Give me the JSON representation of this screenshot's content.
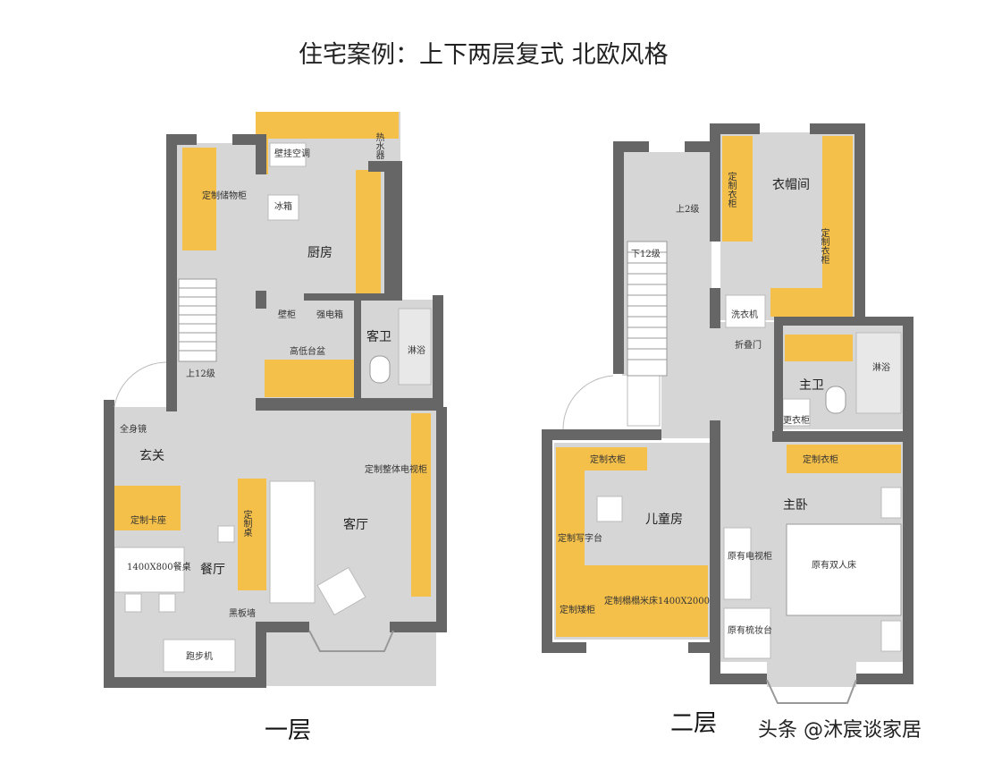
{
  "title": "住宅案例：上下两层复式 北欧风格",
  "watermark": "头条 @沐宸谈家居",
  "colors": {
    "wall": "#666666",
    "floor": "#d6d6d6",
    "cabinet": "#f5c04a",
    "white": "#ffffff"
  },
  "floor1": {
    "name": "一层",
    "rooms": {
      "storage": "定制储物柜",
      "ac": "壁挂空调",
      "heater": "热水器",
      "fridge": "冰箱",
      "kitchen": "厨房",
      "wall_cabinet": "壁柜",
      "power_box": "强电箱",
      "guest_bath": "客卫",
      "shower": "淋浴",
      "basin": "高低台盆",
      "stairs_up": "上12级",
      "mirror": "全身镜",
      "foyer": "玄关",
      "bench": "定制卡座",
      "table": "1400X800餐桌",
      "dining": "餐厅",
      "custom_table": "定制桌",
      "tv_cabinet": "定制整体电视柜",
      "living": "客厅",
      "blackboard": "黑板墙",
      "treadmill": "跑步机"
    }
  },
  "floor2": {
    "name": "二层",
    "rooms": {
      "wardrobe_l": "定制衣柜",
      "cloakroom": "衣帽间",
      "wardrobe_r": "定制衣柜",
      "up2": "上2级",
      "down12": "下12级",
      "washer": "洗衣机",
      "folding_door": "折叠门",
      "master_bath": "主卫",
      "shower": "淋浴",
      "small_wardrobe": "更衣柜",
      "kid_wardrobe": "定制衣柜",
      "master_wardrobe": "定制衣柜",
      "kids_room": "儿童房",
      "master": "主卧",
      "desk": "定制写字台",
      "tv": "原有电视柜",
      "bed_kid": "定制榻榻米床1400X2000",
      "low_cabinet": "定制矮柜",
      "bed_master": "原有双人床",
      "dresser": "原有梳妆台"
    }
  }
}
